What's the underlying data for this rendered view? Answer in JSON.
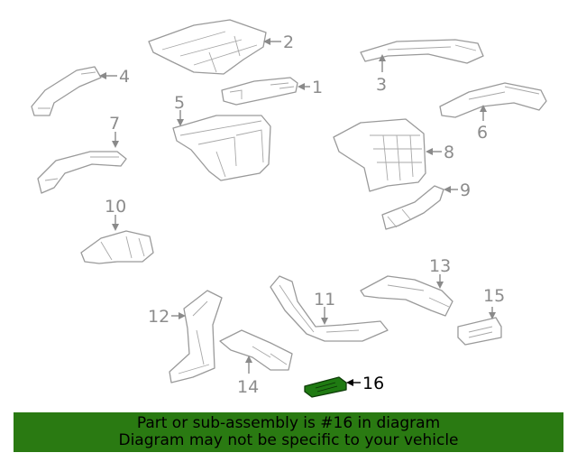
{
  "highlight_color": "#2a7a12",
  "highlighted_part": "16",
  "callouts": {
    "c1": "1",
    "c2": "2",
    "c3": "3",
    "c4": "4",
    "c5": "5",
    "c6": "6",
    "c7": "7",
    "c8": "8",
    "c9": "9",
    "c10": "10",
    "c11": "11",
    "c12": "12",
    "c13": "13",
    "c14": "14",
    "c15": "15",
    "c16": "16"
  },
  "banner": {
    "line1": "Part or sub-assembly is #16 in diagram",
    "line2": "Diagram may not be specific to your vehicle"
  }
}
